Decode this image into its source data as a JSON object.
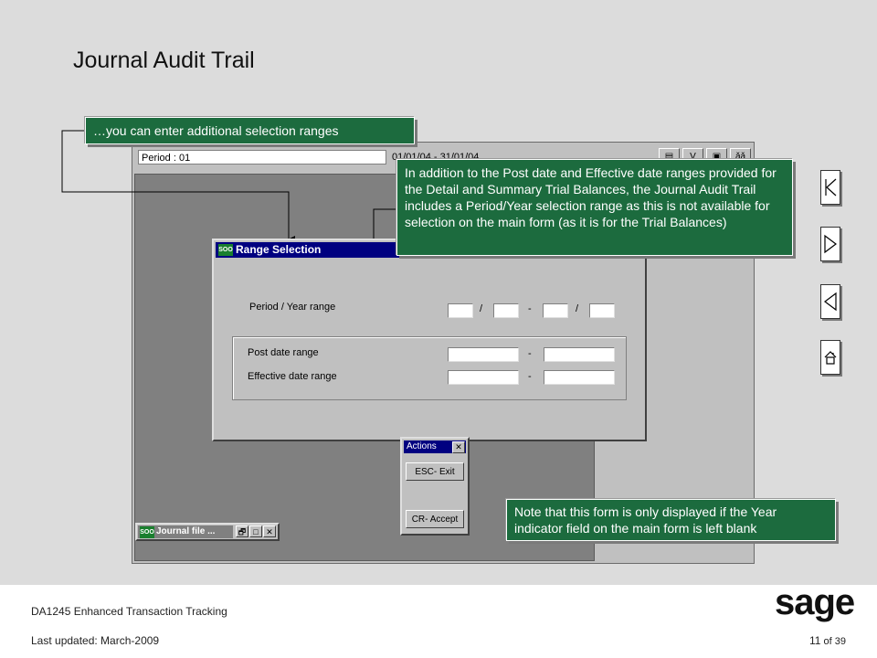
{
  "title": "Journal Audit Trail",
  "app": {
    "period_field": "Period : 01",
    "date_range": "01/01/04 - 31/01/04",
    "toolbar_glyphs": [
      "▤",
      "V",
      "▣",
      "ǎǎ"
    ]
  },
  "range_dialog": {
    "title": "Range Selection",
    "icon_text": "SOO",
    "period_year_label": "Period / Year range",
    "post_date_label": "Post date range",
    "effective_date_label": "Effective date range",
    "slash": "/",
    "dash": "-"
  },
  "actions_dialog": {
    "title": "Actions",
    "close_glyph": "✕",
    "exit_label": "ESC- Exit",
    "accept_label": "CR- Accept"
  },
  "minimized_window": {
    "title": "Journal file ...",
    "icon_text": "SOO",
    "restore_glyph": "🗗",
    "maximize_glyph": "□",
    "close_glyph": "✕"
  },
  "callouts": {
    "top": "…you can enter additional selection ranges",
    "right": "In addition to the Post date and Effective date ranges provided for the Detail and Summary Trial Balances, the Journal Audit Trail includes a Period/Year selection range as this is not available for selection on the main form (as it is for the Trial Balances)",
    "bottom": "Note that this form is only displayed if the Year indicator field on the main form is left blank"
  },
  "footer": {
    "course": "DA1245 Enhanced Transaction Tracking",
    "updated": "Last updated:  March-2009",
    "page_current": "11",
    "page_total": "of 39",
    "logo": "sage"
  },
  "colors": {
    "callout_green": "#1c6b3e",
    "titlebar_blue": "#000080",
    "logo": "#111111"
  }
}
